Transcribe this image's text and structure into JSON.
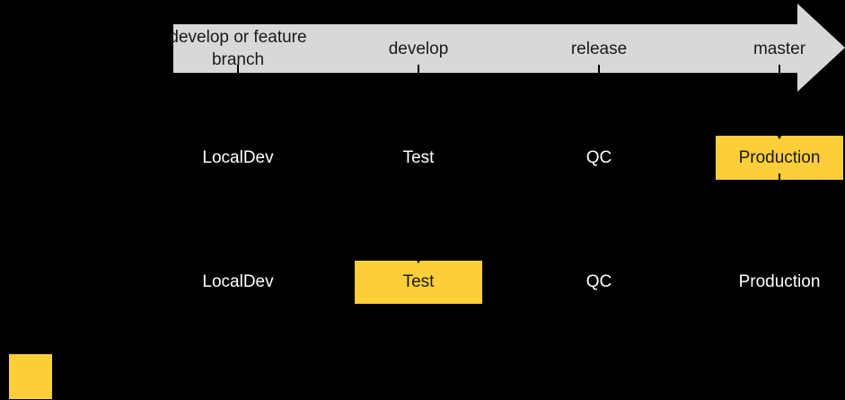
{
  "colors": {
    "background": "#000000",
    "arrow_gray": "#D8D8D8",
    "highlight_yellow": "#FCCE3A",
    "dark_text": "#1A1A1A",
    "light_text": "#FFFFFF"
  },
  "branch_arrow": {
    "labels": [
      "develop or feature branch",
      "develop",
      "release",
      "master"
    ]
  },
  "rows": [
    {
      "environments": [
        {
          "label": "LocalDev",
          "highlighted": false
        },
        {
          "label": "Test",
          "highlighted": false
        },
        {
          "label": "QC",
          "highlighted": false
        },
        {
          "label": "Production",
          "highlighted": true
        }
      ]
    },
    {
      "environments": [
        {
          "label": "LocalDev",
          "highlighted": false
        },
        {
          "label": "Test",
          "highlighted": true
        },
        {
          "label": "QC",
          "highlighted": false
        },
        {
          "label": "Production",
          "highlighted": false
        }
      ]
    }
  ],
  "legend": {
    "swatch_color": "#FCCE3A"
  }
}
